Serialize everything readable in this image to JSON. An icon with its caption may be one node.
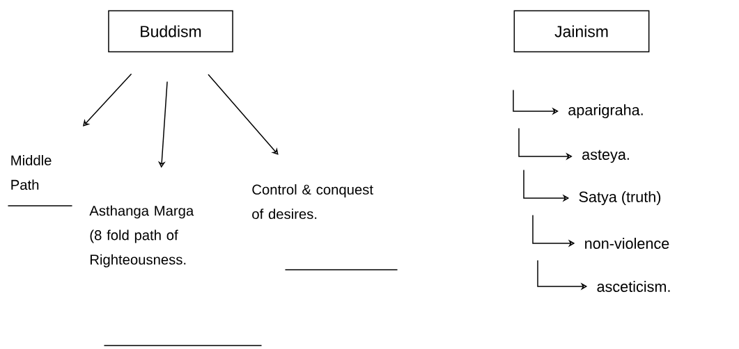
{
  "diagram": {
    "nodes": [
      {
        "text": [
          "Buddism"
        ]
      },
      {
        "text": [
          "Middle Path"
        ]
      },
      {
        "text": [
          "Asthanga Marga (8 fold path of Righteousness."
        ]
      },
      {
        "text": [
          "Control & conquest of desires."
        ]
      },
      {
        "text": [
          "Jainism"
        ]
      },
      {
        "text": [
          "aparigraha."
        ]
      },
      {
        "text": [
          "asteya."
        ]
      },
      {
        "text": [
          "Satya (truth)"
        ]
      },
      {
        "text": [
          "non-violence"
        ]
      },
      {
        "text": [
          "asceticism."
        ]
      }
    ],
    "edges": [
      {
        "from": 0,
        "to": 1,
        "arrow": "to"
      },
      {
        "from": 0,
        "to": 2,
        "arrow": "to"
      },
      {
        "from": 0,
        "to": 3,
        "arrow": "to"
      },
      {
        "from": null,
        "to": 5,
        "arrow": "to"
      },
      {
        "from": null,
        "to": 6,
        "arrow": "to"
      },
      {
        "from": null,
        "to": 7,
        "arrow": "to"
      },
      {
        "from": null,
        "to": 8,
        "arrow": "to"
      },
      {
        "from": null,
        "to": 9,
        "arrow": "to"
      }
    ]
  }
}
